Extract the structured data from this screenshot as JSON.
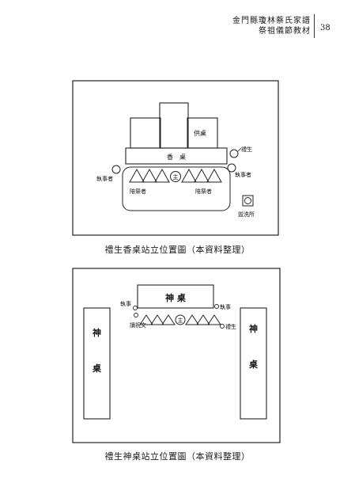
{
  "header": {
    "title_line1": "金門縣瓊林蔡氏家譜",
    "title_line2": "祭祖儀節教材",
    "page_number": "38"
  },
  "diagram1": {
    "offering_table": "供桌",
    "incense_table": "香　桌",
    "master": "主",
    "attendant_left": "陪祭者",
    "attendant_right": "陪祭者",
    "officiant_left": "執事者",
    "officiant_right": "執事者",
    "ritual_master": "禮生",
    "washbasin": "盥洗所",
    "caption": "禮生香桌站立位置圖（本資料整理）"
  },
  "diagram2": {
    "altar_center": "神 桌",
    "altar_side_char1": "神",
    "altar_side_char2": "桌",
    "officiant_left": "執事",
    "officiant_right": "執事",
    "prayer_reader": "讀祝文",
    "master": "主",
    "ritual_master": "禮生",
    "caption": "禮生神桌站立位置圖（本資料整理）"
  }
}
